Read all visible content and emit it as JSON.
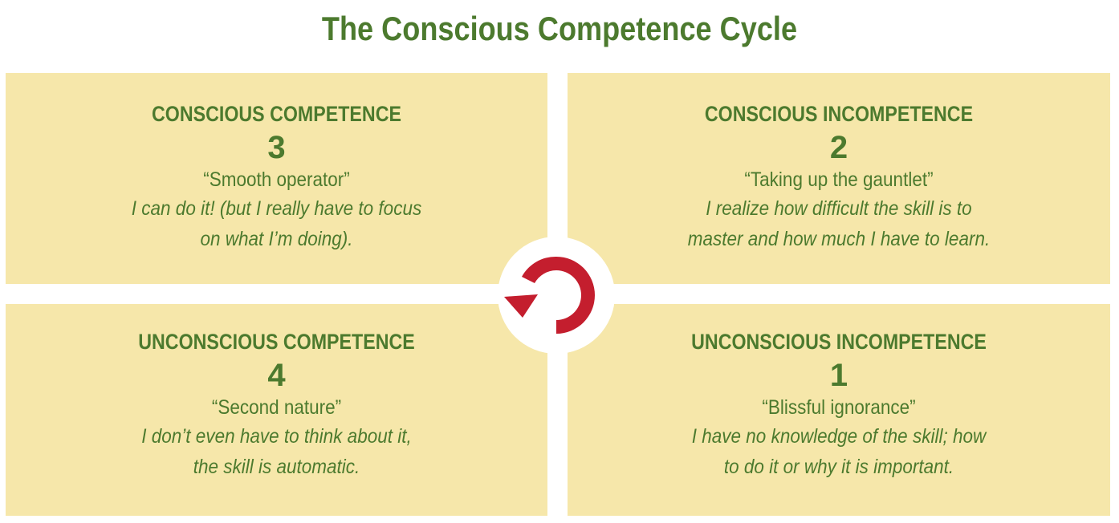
{
  "title": "The Conscious Competence Cycle",
  "colors": {
    "green": "#4c7a2e",
    "panel": "#f6e7aa",
    "arrow": "#c41e2e"
  },
  "quadrants": {
    "top_left": {
      "heading": "CONSCIOUS COMPETENCE",
      "number": "3",
      "quote": "“Smooth operator”",
      "desc_line1": "I can do it! (but I really have to focus",
      "desc_line2": "on what I’m doing)."
    },
    "top_right": {
      "heading": "CONSCIOUS INCOMPETENCE",
      "number": "2",
      "quote": "“Taking up the gauntlet”",
      "desc_line1": "I realize how difficult the skill is to",
      "desc_line2": "master and how much I have to learn."
    },
    "bottom_left": {
      "heading": "UNCONSCIOUS COMPETENCE",
      "number": "4",
      "quote": "“Second nature”",
      "desc_line1": "I don’t even have to think about it,",
      "desc_line2": "the skill is automatic."
    },
    "bottom_right": {
      "heading": "UNCONSCIOUS INCOMPETENCE",
      "number": "1",
      "quote": "“Blissful ignorance”",
      "desc_line1": "I have no knowledge of the skill; how",
      "desc_line2": "to do it or why it is important."
    }
  },
  "center_icon": "cycle-arrow-icon"
}
